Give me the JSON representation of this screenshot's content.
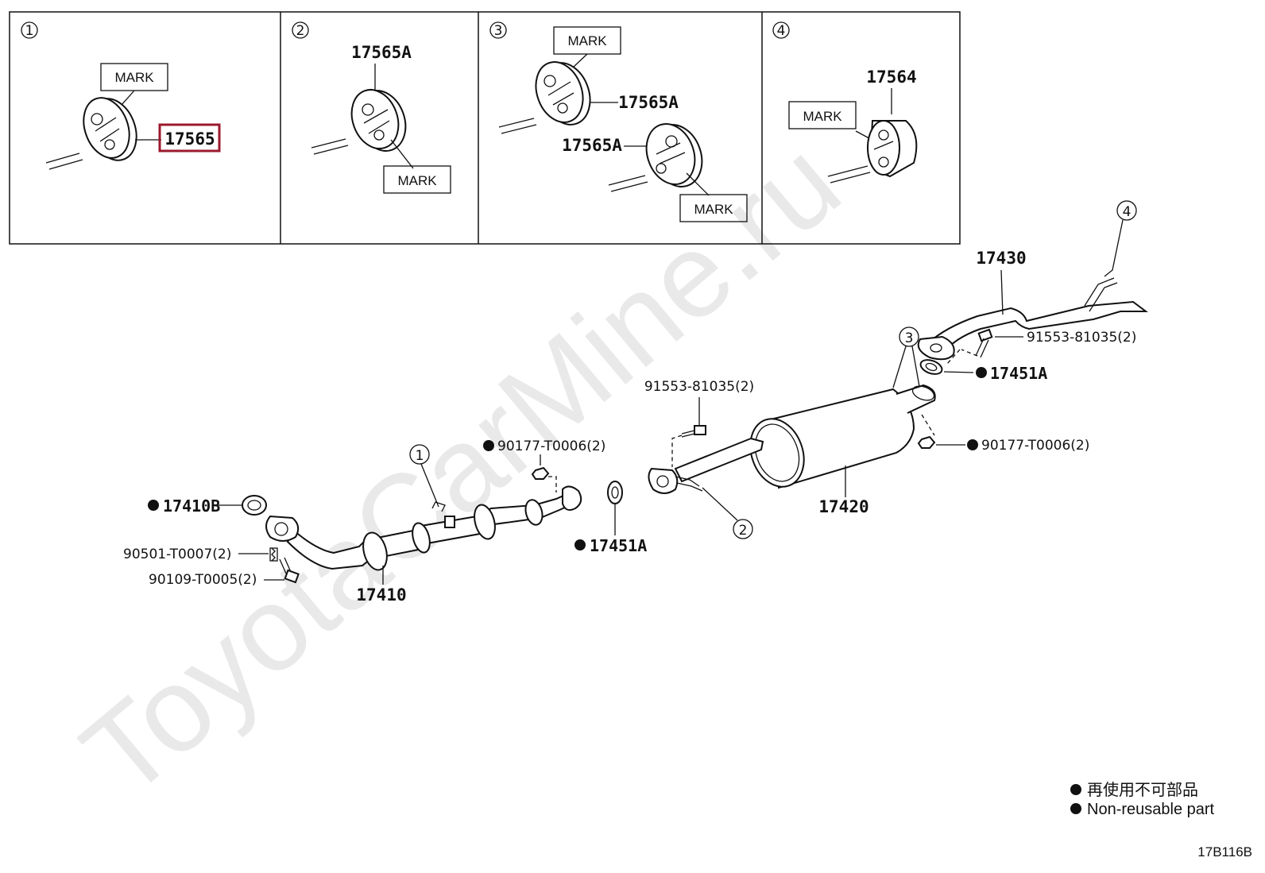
{
  "watermark": "ToyotaCarMine.ru",
  "diagram_code": "17B116B",
  "highlight_color": "#9b1a2e",
  "legend": {
    "jp": "再使用不可部品",
    "en": "Non-reusable part"
  },
  "detail_panels": [
    {
      "num": "1",
      "part": "17565",
      "mark": "MARK"
    },
    {
      "num": "2",
      "part": "17565A",
      "mark": "MARK"
    },
    {
      "num": "3",
      "part_a": "17565A",
      "part_b": "17565A",
      "mark_a": "MARK",
      "mark_b": "MARK"
    },
    {
      "num": "4",
      "part": "17564",
      "mark": "MARK"
    }
  ],
  "parts": {
    "p17430": "17430",
    "p91553_top": "91553-81035(2)",
    "p17451A_top": "17451A",
    "p91553_mid": "91553-81035(2)",
    "p90177_right": "90177-T0006(2)",
    "p90177_left": "90177-T0006(2)",
    "p17420": "17420",
    "p17410B": "17410B",
    "p90501": "90501-T0007(2)",
    "p90109": "90109-T0005(2)",
    "p17410": "17410",
    "p17451A_low": "17451A"
  },
  "callouts": {
    "c1": "1",
    "c2": "2",
    "c3": "3",
    "c4": "4"
  }
}
